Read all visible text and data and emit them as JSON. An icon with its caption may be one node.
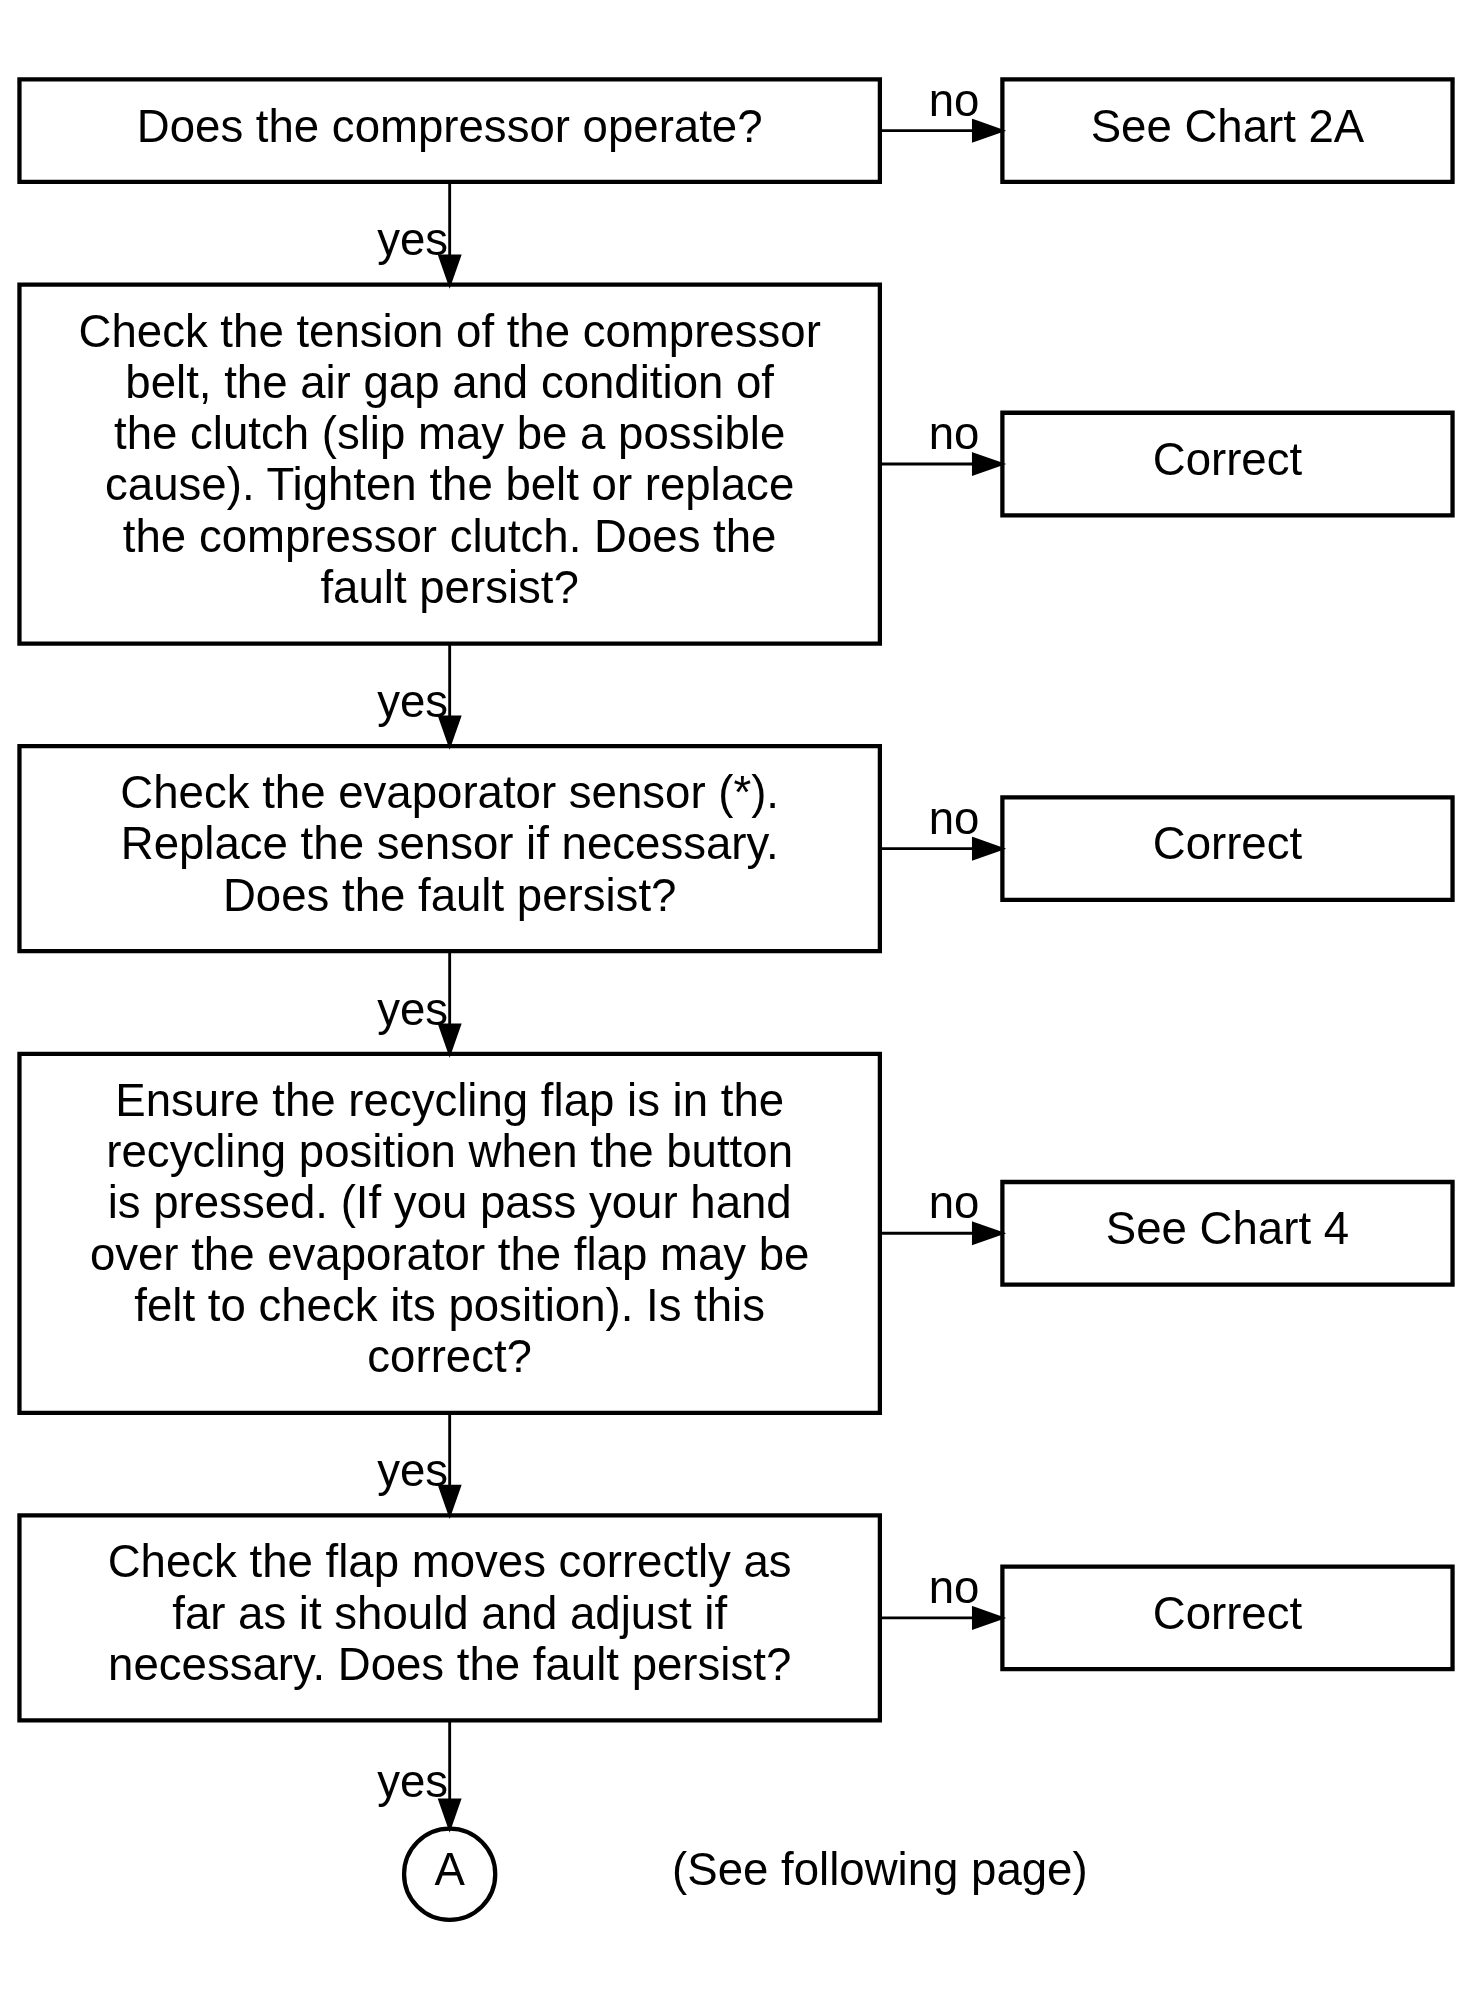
{
  "diagram": {
    "nodes": [
      {
        "text": [
          "Does the compressor operate?"
        ]
      },
      {
        "text": [
          "See Chart 2A"
        ]
      },
      {
        "text": [
          "Check the tension of the compressor belt, the air gap and condition of the clutch (slip may be a possible cause). Tighten the belt or replace the compressor clutch. Does the fault persist?"
        ]
      },
      {
        "text": [
          "Correct"
        ]
      },
      {
        "text": [
          "Check the evaporator sensor (*). Replace the sensor if necessary. Does the fault persist?"
        ]
      },
      {
        "text": [
          "Correct"
        ]
      },
      {
        "text": [
          "Ensure the recycling flap is in the recycling position when the button is pressed. (If you pass your hand over the evaporator the flap may be felt to check its position). Is this correct?"
        ]
      },
      {
        "text": [
          "See Chart 4"
        ]
      },
      {
        "text": [
          "Check the flap moves correctly as far as it should and adjust if necessary. Does the fault persist?"
        ]
      },
      {
        "text": [
          "Correct"
        ]
      },
      {
        "text": [
          "A"
        ],
        "beside": [
          "(See following page)"
        ]
      }
    ],
    "edges": [
      {
        "from": 0,
        "to": 1,
        "arrow": "to",
        "label": "no"
      },
      {
        "from": 0,
        "to": 2,
        "arrow": "to",
        "label": "yes"
      },
      {
        "from": 2,
        "to": 3,
        "arrow": "to",
        "label": "no"
      },
      {
        "from": 2,
        "to": 4,
        "arrow": "to",
        "label": "yes"
      },
      {
        "from": 4,
        "to": 5,
        "arrow": "to",
        "label": "no"
      },
      {
        "from": 4,
        "to": 6,
        "arrow": "to",
        "label": "yes"
      },
      {
        "from": 6,
        "to": 7,
        "arrow": "to",
        "label": "no"
      },
      {
        "from": 6,
        "to": 8,
        "arrow": "to",
        "label": "yes"
      },
      {
        "from": 8,
        "to": 9,
        "arrow": "to",
        "label": "no"
      },
      {
        "from": 8,
        "to": 10,
        "arrow": "to",
        "label": "yes"
      }
    ]
  }
}
